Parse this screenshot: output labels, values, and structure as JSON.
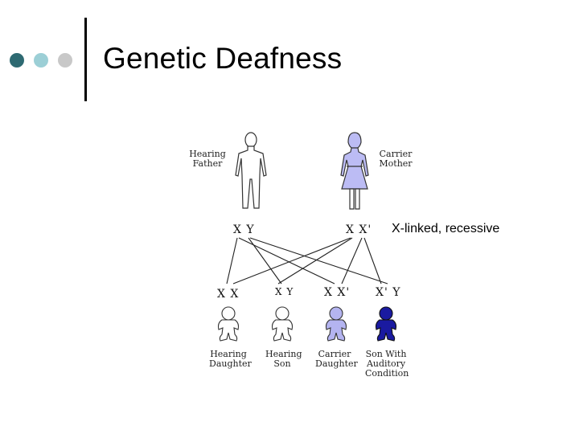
{
  "slide": {
    "title": "Genetic Deafness",
    "annotation": "X-linked, recessive",
    "bullet_colors": [
      "#2e6a72",
      "#9ccfd6",
      "#c8c8c8"
    ]
  },
  "diagram": {
    "parents": [
      {
        "label": "Hearing Father",
        "genotype": "X Y",
        "color": "#ffffff"
      },
      {
        "label": "Carrier Mother",
        "genotype": "X X'",
        "color": "#bcbcf4"
      }
    ],
    "children": [
      {
        "label": "Hearing Daughter",
        "genotype": "X X",
        "color": "#ffffff"
      },
      {
        "label": "Hearing Son",
        "genotype": "X Y",
        "color": "#ffffff"
      },
      {
        "label": "Carrier Daughter",
        "genotype": "X X'",
        "color": "#b4b4f0"
      },
      {
        "label": "Son With Auditory Condition",
        "genotype": "X' Y",
        "color": "#1a1aa0"
      }
    ]
  }
}
